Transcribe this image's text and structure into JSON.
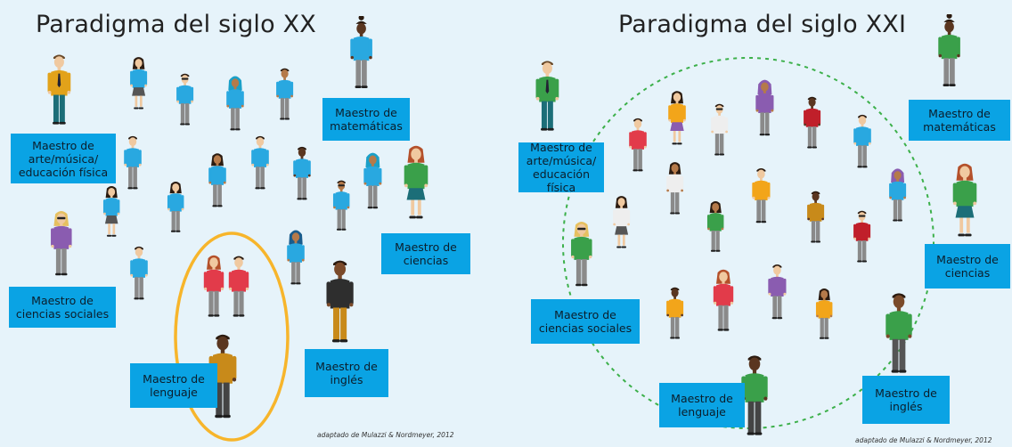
{
  "left": {
    "title": "Paradigma del siglo XX",
    "labels": {
      "arts": "Maestro de arte/música/ educación física",
      "math": "Maestro de matemáticas",
      "science": "Maestro de ciencias",
      "social": "Maestro de ciencias sociales",
      "english": "Maestro de inglés",
      "language": "Maestro de lenguaje"
    },
    "credit": "adaptado de Mulazzi & Nordmeyer, 2012"
  },
  "right": {
    "title": "Paradigma del siglo XXI",
    "labels": {
      "arts": "Maestro de arte/música/ educación física",
      "math": "Maestro de matemáticas",
      "science": "Maestro de ciencias",
      "social": "Maestro de ciencias sociales",
      "english": "Maestro de inglés",
      "language": "Maestro de lenguaje"
    },
    "credit": "adaptado de Mulazzi & Nordmeyer, 2012"
  },
  "colors": {
    "background": "#e6f3fa",
    "label": "#0aa3e4",
    "highlight_ellipse": "#f7b52b",
    "circle_dots": "#3cb04a"
  }
}
